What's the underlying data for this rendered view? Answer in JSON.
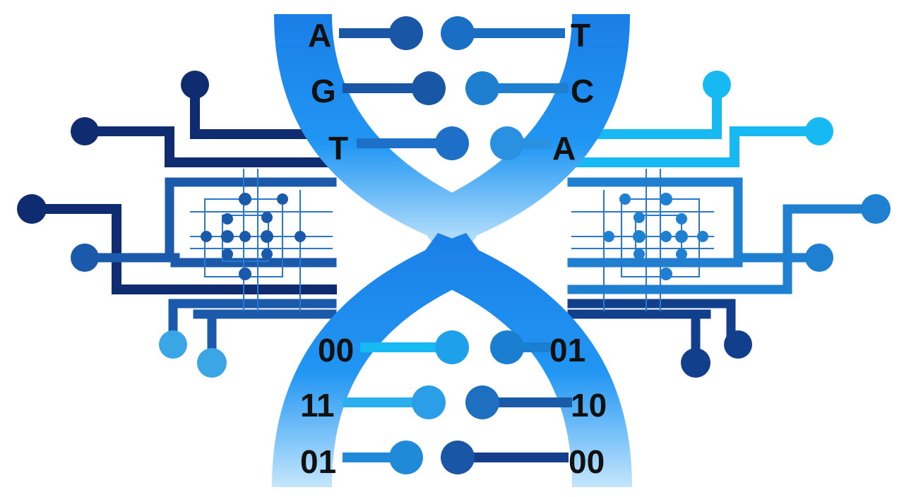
{
  "dna_bases": {
    "left": [
      "A",
      "G",
      "T"
    ],
    "right": [
      "T",
      "C",
      "A"
    ]
  },
  "binary_codes": {
    "left": [
      "00",
      "11",
      "01"
    ],
    "right": [
      "01",
      "10",
      "00"
    ]
  },
  "colors": {
    "helix_top": "#1a7fe8",
    "helix_mid": "#1e90ff",
    "helix_bottom": "#bfe2fb",
    "circuit_dark": "#0d2a6b",
    "circuit_mid": "#1c5aa8",
    "circuit_light": "#3aa6e6",
    "circuit_cyan": "#16b9f2",
    "text": "#111111"
  }
}
